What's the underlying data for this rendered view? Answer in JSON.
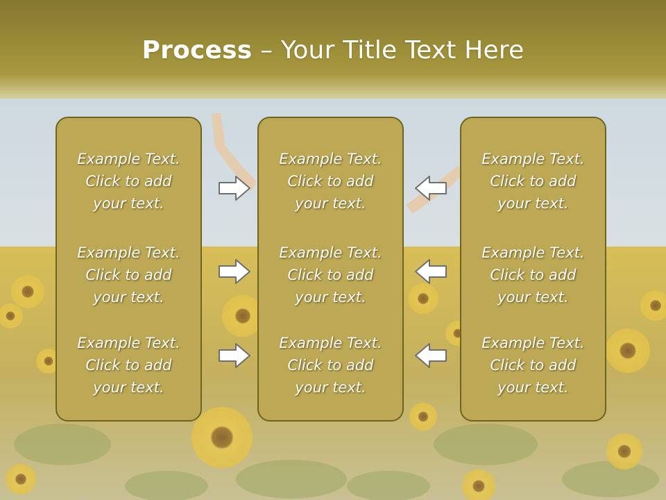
{
  "slide": {
    "title_bold": "Process",
    "title_rest": " – Your Title Text Here"
  },
  "columns": [
    {
      "items": [
        {
          "l1": "Example Text.",
          "l2": "Click  to add",
          "l3": "your text."
        },
        {
          "l1": "Example Text.",
          "l2": "Click  to add",
          "l3": "your text."
        },
        {
          "l1": "Example Text.",
          "l2": "Click  to add",
          "l3": "your text."
        }
      ]
    },
    {
      "items": [
        {
          "l1": "Example Text.",
          "l2": "Click  to add",
          "l3": "your text."
        },
        {
          "l1": "Example Text.",
          "l2": "Click  to add",
          "l3": "your text."
        },
        {
          "l1": "Example Text.",
          "l2": "Click  to add",
          "l3": "your text."
        }
      ]
    },
    {
      "items": [
        {
          "l1": "Example Text.",
          "l2": "Click  to add",
          "l3": "your text."
        },
        {
          "l1": "Example Text.",
          "l2": "Click  to add",
          "l3": "your text."
        },
        {
          "l1": "Example Text.",
          "l2": "Click  to add",
          "l3": "your text."
        }
      ]
    }
  ],
  "icons": {
    "left_arrows": "arrow-right-icon",
    "right_arrows": "arrow-left-icon"
  },
  "colors": {
    "header_band": "#a2933f",
    "box_fill": "#bda855",
    "box_border": "#6f6320",
    "sky": "#c9d6dc",
    "field": "#c9b35a"
  }
}
